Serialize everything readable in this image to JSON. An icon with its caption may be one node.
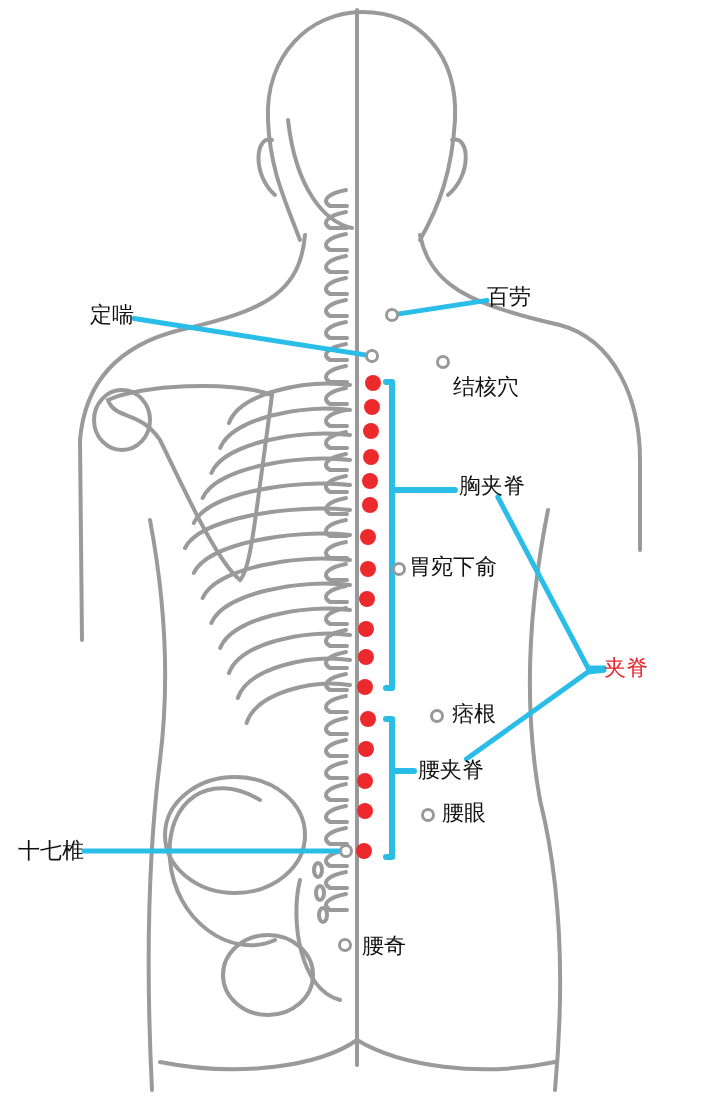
{
  "diagram": {
    "nodes": [
      {
        "text": [
          "百劳"
        ]
      },
      {
        "text": [],
        "shape": "circle"
      },
      {
        "text": [
          "定喘"
        ]
      },
      {
        "text": [],
        "shape": "circle"
      },
      {
        "text": [],
        "shape": "circle",
        "beside": [
          "结核穴"
        ]
      },
      {
        "text": [],
        "shape": "circle"
      },
      {
        "text": [],
        "shape": "circle"
      },
      {
        "text": [],
        "shape": "circle"
      },
      {
        "text": [],
        "shape": "circle"
      },
      {
        "text": [],
        "shape": "circle"
      },
      {
        "text": [],
        "shape": "circle"
      },
      {
        "text": [],
        "shape": "circle"
      },
      {
        "text": [],
        "shape": "circle"
      },
      {
        "text": [],
        "shape": "circle"
      },
      {
        "text": [],
        "shape": "circle"
      },
      {
        "text": [],
        "shape": "circle"
      },
      {
        "text": [],
        "shape": "circle"
      },
      {
        "text": [
          "胸夹脊"
        ]
      },
      {
        "text": [],
        "shape": "circle",
        "beside": [
          "胃宛下俞"
        ]
      },
      {
        "text": [
          "夹脊"
        ]
      },
      {
        "text": [],
        "shape": "circle",
        "beside": [
          "痞根"
        ]
      },
      {
        "text": [],
        "shape": "circle"
      },
      {
        "text": [],
        "shape": "circle"
      },
      {
        "text": [],
        "shape": "circle"
      },
      {
        "text": [],
        "shape": "circle"
      },
      {
        "text": [],
        "shape": "circle"
      },
      {
        "text": [
          "腰夹脊"
        ]
      },
      {
        "text": [],
        "shape": "circle",
        "beside": [
          "腰眼"
        ]
      },
      {
        "text": [
          "十七椎"
        ]
      },
      {
        "text": [],
        "shape": "circle"
      },
      {
        "text": [],
        "shape": "circle",
        "beside": [
          "腰奇"
        ]
      }
    ],
    "edges": [
      {
        "from": 0,
        "to": 1,
        "arrow": "none"
      },
      {
        "from": 2,
        "to": 3,
        "arrow": "none"
      },
      {
        "from": 19,
        "to": 17,
        "arrow": "none"
      },
      {
        "from": 19,
        "to": 26,
        "arrow": "none"
      },
      {
        "from": 28,
        "to": 29,
        "arrow": "none"
      }
    ]
  }
}
